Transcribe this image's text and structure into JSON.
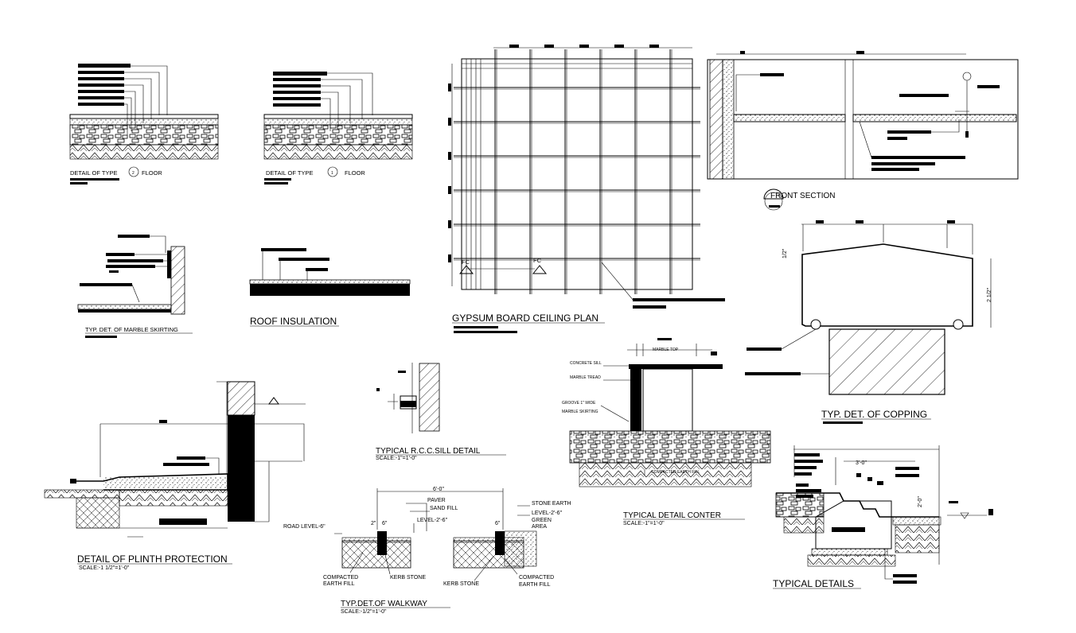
{
  "sheet": {
    "background": "#ffffff",
    "ink": "#000000"
  },
  "details": {
    "floor_type2": {
      "title": "DETAIL OF TYPE",
      "tag": "2",
      "suffix": "FLOOR"
    },
    "floor_type1": {
      "title": "DETAIL OF TYPE",
      "tag": "1",
      "suffix": "FLOOR"
    },
    "ceiling_plan": {
      "title": "GYPSUM BOARD CEILING PLAN",
      "fc_marker": "FC"
    },
    "front_section": {
      "title": "FRONT SECTION"
    },
    "marble_skirting": {
      "title": "TYP. DET. OF MARBLE SKIRTING"
    },
    "roof_insulation": {
      "title": "ROOF INSULATION"
    },
    "copping": {
      "title": "TYP. DET. OF COPPING",
      "dim_side": "2 1/2\"",
      "dim_top": "1/2\""
    },
    "sill": {
      "title": "TYPICAL R.C.C.SILL DETAIL",
      "scale": "SCALE:-1\"=1'-0\""
    },
    "counter": {
      "title": "TYPICAL DETAIL CONTER",
      "scale": "SCALE:-1\"=1'-0\"",
      "labels": {
        "marble_top": "MARBLE TOP",
        "concrete_sill": "CONCRETE SILL",
        "marble_tread": "MARBLE TREAD",
        "groove": "GROOVE 1\" WIDE",
        "marble_skirting": "MARBLE SKIRTING",
        "compacted_fill": "COMPACTED EARTH FILL"
      }
    },
    "plinth": {
      "title": "DETAIL OF PLINTH PROTECTION",
      "scale": "SCALE:-1 1/2\"=1'-0\""
    },
    "walkway": {
      "title": "TYP.DET.OF WALKWAY",
      "scale": "SCALE:-1/2\"=1'-0\"",
      "dim_total": "6'-0\"",
      "dim_left": "2\"",
      "dim_left2": "6\"",
      "dim_right": "6\"",
      "labels": {
        "paver": "PAVER",
        "sand_fill": "SAND FILL",
        "level_center": "LEVEL-2'-6\"",
        "road_level": "ROAD LEVEL-6\"",
        "stone_earth": "STONE EARTH",
        "level_right": "LEVEL-2'-6\"",
        "green": "GREEN",
        "area": "AREA",
        "compacted_l1": "COMPACTED",
        "compacted_l2": "EARTH FILL",
        "kerb_stone_l": "KERB STONE",
        "kerb_stone_b": "KERB STONE",
        "compacted_r1": "COMPACTED",
        "compacted_r2": "EARTH FILL"
      }
    },
    "typical": {
      "title": "TYPICAL  DETAILS",
      "dim_run": "3'-0\"",
      "dim_rise": "2'-0\""
    }
  }
}
